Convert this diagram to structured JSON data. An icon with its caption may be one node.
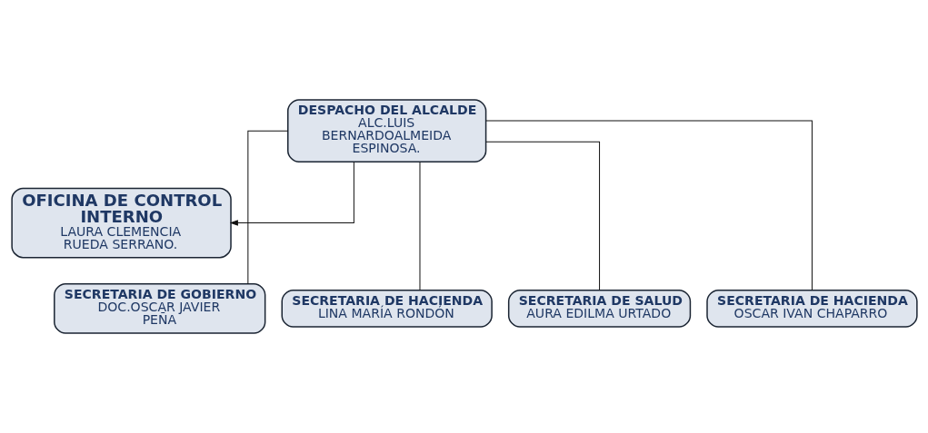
{
  "diagram": {
    "nodes": [
      {
        "text": [
          "DESPACHO DEL ALCALDE",
          "ALC.LUIS BERNARDOALMEIDA ESPINOSA."
        ]
      },
      {
        "text": [
          "OFICINA DE CONTROL INTERNO",
          "LAURA CLEMENCIA RUEDA SERRANO."
        ]
      },
      {
        "text": [
          "SECRETARIA DE GOBIERNO",
          "DOC.OSCAR JAVIER PEÑA"
        ]
      },
      {
        "text": [
          "SECRETARIA DE HACIENDA",
          "LINA MARÍA RONDÓN"
        ]
      },
      {
        "text": [
          "SECRETARIA DE SALUD",
          "AURA EDILMA URTADO"
        ]
      },
      {
        "text": [
          "SECRETARIA DE HACIENDA",
          "OSCAR IVAN CHAPARRO"
        ]
      }
    ],
    "edges": [
      {
        "from": 0,
        "to": 1,
        "arrow": "to"
      },
      {
        "from": 0,
        "to": 2,
        "arrow": "none"
      },
      {
        "from": 0,
        "to": 3,
        "arrow": "none"
      },
      {
        "from": 0,
        "to": 4,
        "arrow": "none"
      },
      {
        "from": 0,
        "to": 5,
        "arrow": "none"
      }
    ]
  }
}
